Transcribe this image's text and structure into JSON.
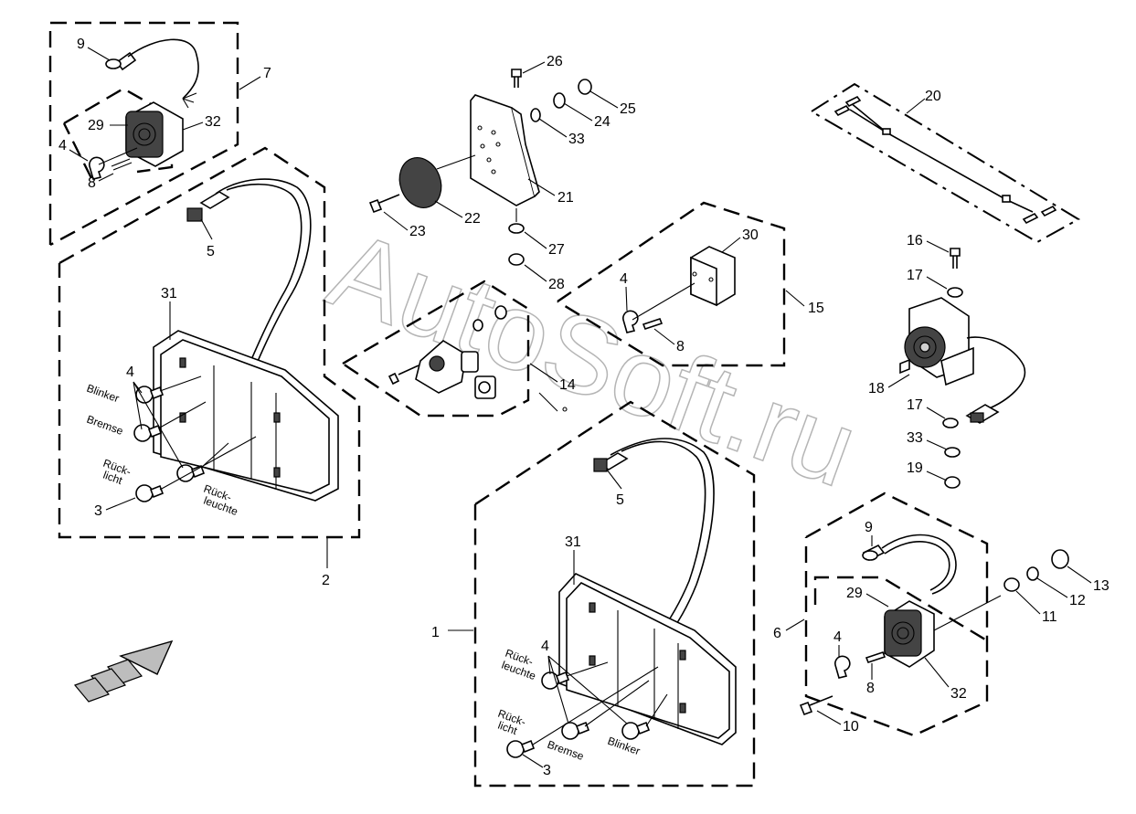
{
  "watermark": "AutoSoft.ru",
  "callouts": {
    "c1": "1",
    "c2": "2",
    "c3a": "3",
    "c3b": "3",
    "c4a": "4",
    "c4b": "4",
    "c4c": "4",
    "c4d": "4",
    "c4e": "4",
    "c5a": "5",
    "c5b": "5",
    "c6": "6",
    "c7": "7",
    "c8a": "8",
    "c8b": "8",
    "c8c": "8",
    "c9a": "9",
    "c9b": "9",
    "c10": "10",
    "c11": "11",
    "c12": "12",
    "c13": "13",
    "c14": "14",
    "c15": "15",
    "c16": "16",
    "c17a": "17",
    "c17b": "17",
    "c18": "18",
    "c19": "19",
    "c20": "20",
    "c21": "21",
    "c22": "22",
    "c23": "23",
    "c24": "24",
    "c25": "25",
    "c26": "26",
    "c27": "27",
    "c28": "28",
    "c29a": "29",
    "c29b": "29",
    "c30": "30",
    "c31a": "31",
    "c31b": "31",
    "c32a": "32",
    "c32b": "32",
    "c33a": "33",
    "c33b": "33"
  },
  "labels": {
    "left": {
      "blinker": "Blinker",
      "bremse": "Bremse",
      "rueck1": "Rück-",
      "rueck2": "licht",
      "rueckl1": "Rück-",
      "rueckl2": "leuchte"
    },
    "right": {
      "rueckl1": "Rück-",
      "rueckl2": "leuchte",
      "rueck1": "Rück-",
      "rueck2": "licht",
      "bremse": "Bremse",
      "blinker": "Blinker"
    }
  }
}
